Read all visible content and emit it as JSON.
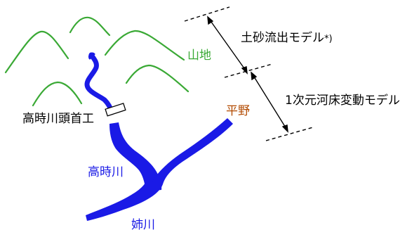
{
  "labels": {
    "mountain": "山地",
    "plain": "平野",
    "headworks": "高時川頭首工",
    "takatoki_river": "高時川",
    "ane_river": "姉川",
    "sediment_model": "土砂流出モデル",
    "sediment_model_note": "*)",
    "riverbed_model": "1次元河床変動モデル"
  },
  "colors": {
    "mountain": "#3aa935",
    "river": "#1a1ae6",
    "plain_label": "#b24a00",
    "text": "#000000",
    "dashed_line": "#000000"
  }
}
